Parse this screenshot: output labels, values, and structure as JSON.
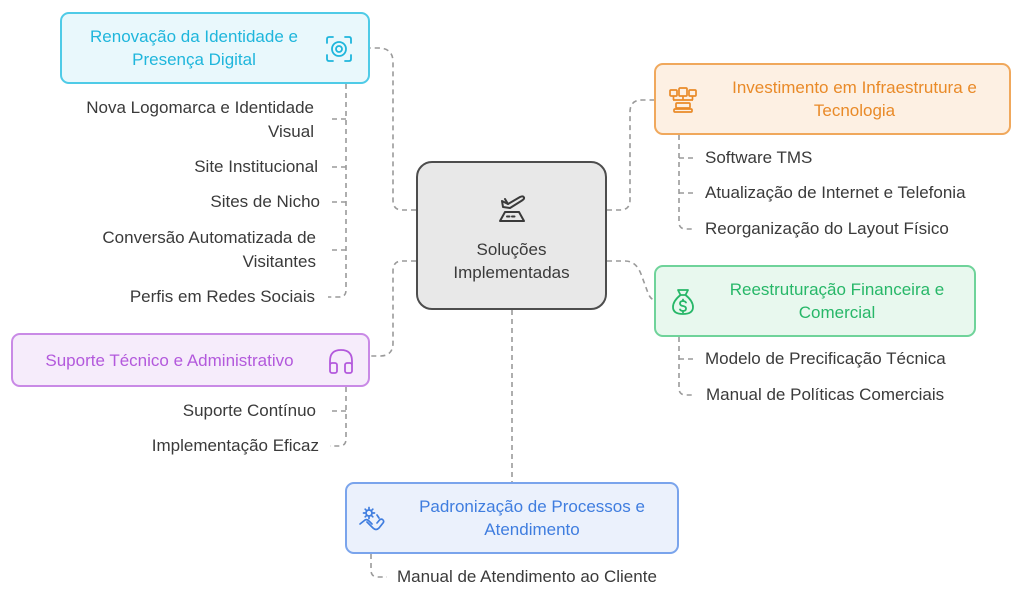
{
  "center": {
    "label": "Soluções Implementadas",
    "icon": "airplane-landing-icon"
  },
  "branches": {
    "digital": {
      "title": "Renovação da Identidade e Presença Digital",
      "icon": "identity-target-icon",
      "color": "#1fb6dc",
      "items": [
        "Nova Logomarca e Identidade Visual",
        "Site Institucional",
        "Sites de Nicho",
        "Conversão Automatizada de Visitantes",
        "Perfis em Redes Sociais"
      ]
    },
    "infra": {
      "title": "Investimento em Infraestrutura e Tecnologia",
      "icon": "network-devices-icon",
      "color": "#e98a28",
      "items": [
        "Software TMS",
        "Atualização de Internet e Telefonia",
        "Reorganização do Layout Físico"
      ]
    },
    "fin": {
      "title": "Reestruturação Financeira e Comercial",
      "icon": "money-bag-icon",
      "color": "#27b768",
      "items": [
        "Modelo de Precificação Técnica",
        "Manual de Políticas Comerciais"
      ]
    },
    "sup": {
      "title": "Suporte Técnico e Administrativo",
      "icon": "headset-icon",
      "color": "#b359dc",
      "items": [
        "Suporte Contínuo",
        "Implementação Eficaz"
      ]
    },
    "pad": {
      "title": "Padronização de Processos e Atendimento",
      "icon": "hand-gear-icon",
      "color": "#3f7ddf",
      "items": [
        "Manual de Atendimento ao Cliente"
      ]
    }
  }
}
